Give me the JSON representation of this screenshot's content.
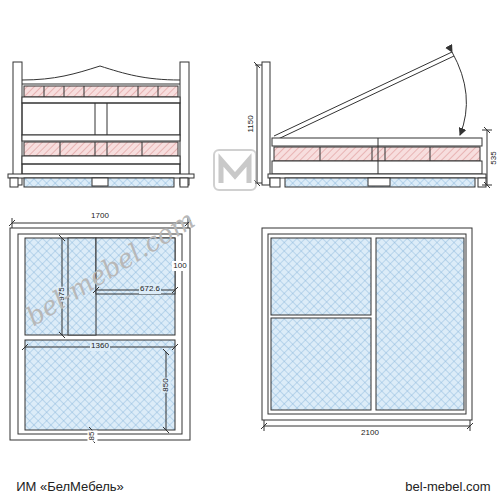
{
  "diagram": {
    "labels": [
      "1150",
      "535",
      "1700",
      "975",
      "100",
      "672.6",
      "1360",
      "850",
      "85",
      "2100",
      "bel-mebel.com",
      "ИМ «БелМебель»",
      "bel-mebel.com"
    ]
  }
}
